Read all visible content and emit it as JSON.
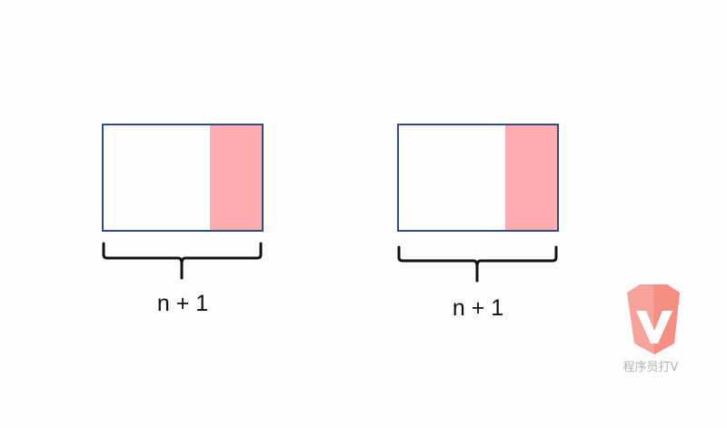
{
  "diagram": {
    "groups": [
      {
        "label": "n + 1"
      },
      {
        "label": "n + 1"
      }
    ]
  },
  "colors": {
    "box_border": "#2f4d7d",
    "highlight": "#ffadb0",
    "brace": "#111111",
    "watermark": "#f58f86"
  },
  "watermark": {
    "text": "程序员打V",
    "icon": "v-shield-logo-icon"
  }
}
